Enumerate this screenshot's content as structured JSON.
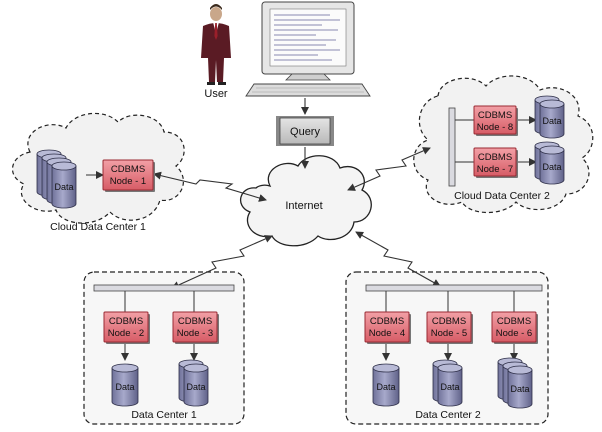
{
  "user": {
    "label": "User"
  },
  "query": {
    "label": "Query"
  },
  "internet": {
    "label": "Internet"
  },
  "node_title": "CDBMS",
  "data_label": "Data",
  "nodes": [
    {
      "id": "n1",
      "label": "Node - 1"
    },
    {
      "id": "n2",
      "label": "Node - 2"
    },
    {
      "id": "n3",
      "label": "Node - 3"
    },
    {
      "id": "n4",
      "label": "Node - 4"
    },
    {
      "id": "n5",
      "label": "Node - 5"
    },
    {
      "id": "n6",
      "label": "Node - 6"
    },
    {
      "id": "n7",
      "label": "Node - 7"
    },
    {
      "id": "n8",
      "label": "Node - 8"
    }
  ],
  "sites": [
    {
      "id": "cloud1",
      "label": "Cloud Data Center 1"
    },
    {
      "id": "cloud2",
      "label": "Cloud Data Center 2"
    },
    {
      "id": "dc1",
      "label": "Data Center 1"
    },
    {
      "id": "dc2",
      "label": "Data Center 2"
    }
  ],
  "colors": {
    "node_fill": "#e57a82",
    "node_border": "#9a2a33",
    "db_fill": "#8d8fb6",
    "db_top": "#b8bad6",
    "cloud_fill": "#f2f2f2",
    "bus": "#d8d8dc",
    "dc_fill": "#f6f6f6",
    "arrow": "#333333"
  },
  "icons": [
    "user-icon",
    "computer-icon",
    "query-box-icon",
    "internet-cloud-icon",
    "database-icon"
  ]
}
